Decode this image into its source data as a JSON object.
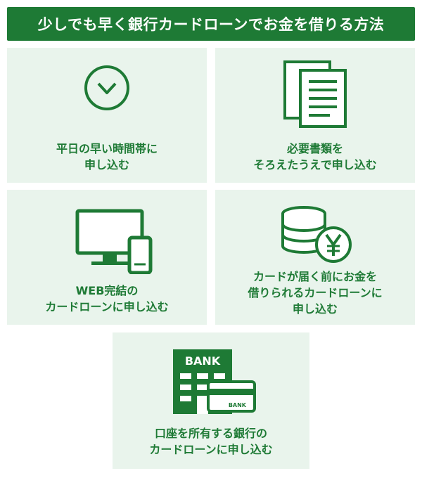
{
  "title": "少しでも早く銀行カードローンでお金を借りる方法",
  "colors": {
    "accent": "#1e7a35",
    "card_background": "#e9f4ec"
  },
  "cards": [
    {
      "icon": "clock-icon",
      "line1": "平日の早い時間帯に",
      "line2": "申し込む"
    },
    {
      "icon": "documents-icon",
      "line1": "必要書類を",
      "line2": "そろえたうえで申し込む"
    },
    {
      "icon": "computer-smartphone-icon",
      "line1": "WEB完結の",
      "line2": "カードローンに申し込む"
    },
    {
      "icon": "coins-yen-icon",
      "line1": "カードが届く前にお金を",
      "line2": "借りられるカードローンに",
      "line3": "申し込む"
    },
    {
      "icon": "bank-card-icon",
      "line1": "口座を所有する銀行の",
      "line2": "カードローンに申し込む",
      "bank_sign": "BANK",
      "card_text": "BANK"
    }
  ]
}
